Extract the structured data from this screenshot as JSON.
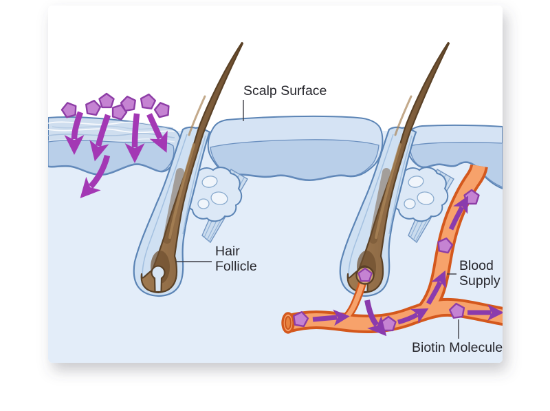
{
  "diagram": {
    "description": "Cross-section illustration of scalp with two hair follicles showing biotin absorption and blood supply",
    "labels": {
      "scalp_surface": "Scalp Surface",
      "hair_follicle_line1": "Hair",
      "hair_follicle_line2": "Follicle",
      "blood_supply_line1": "Blood",
      "blood_supply_line2": "Supply",
      "biotin_molecule": "Biotin Molecule"
    },
    "icons": [
      "biotin-molecule-icon",
      "absorption-arrow-icon",
      "blood-flow-arrow-icon"
    ],
    "colors": {
      "page_background": "#ffffff",
      "dermis_fill": "#e3edf9",
      "epidermis_top_fill": "#d5e3f4",
      "epidermis_band_fill": "#b9cfe9",
      "epidermis_textured_fill": "#cfdeef",
      "skin_outline": "#5b84b5",
      "hair_brown": "#8a6743",
      "hair_outline": "#5a4126",
      "vessel_fill": "#f7a26b",
      "vessel_outline": "#d4581d",
      "biotin_fill": "#c583d2",
      "biotin_outline": "#8d3da6",
      "arrow_magenta": "#a338b4",
      "arrow_purple": "#8a3bad",
      "label_text": "#26262c"
    }
  }
}
